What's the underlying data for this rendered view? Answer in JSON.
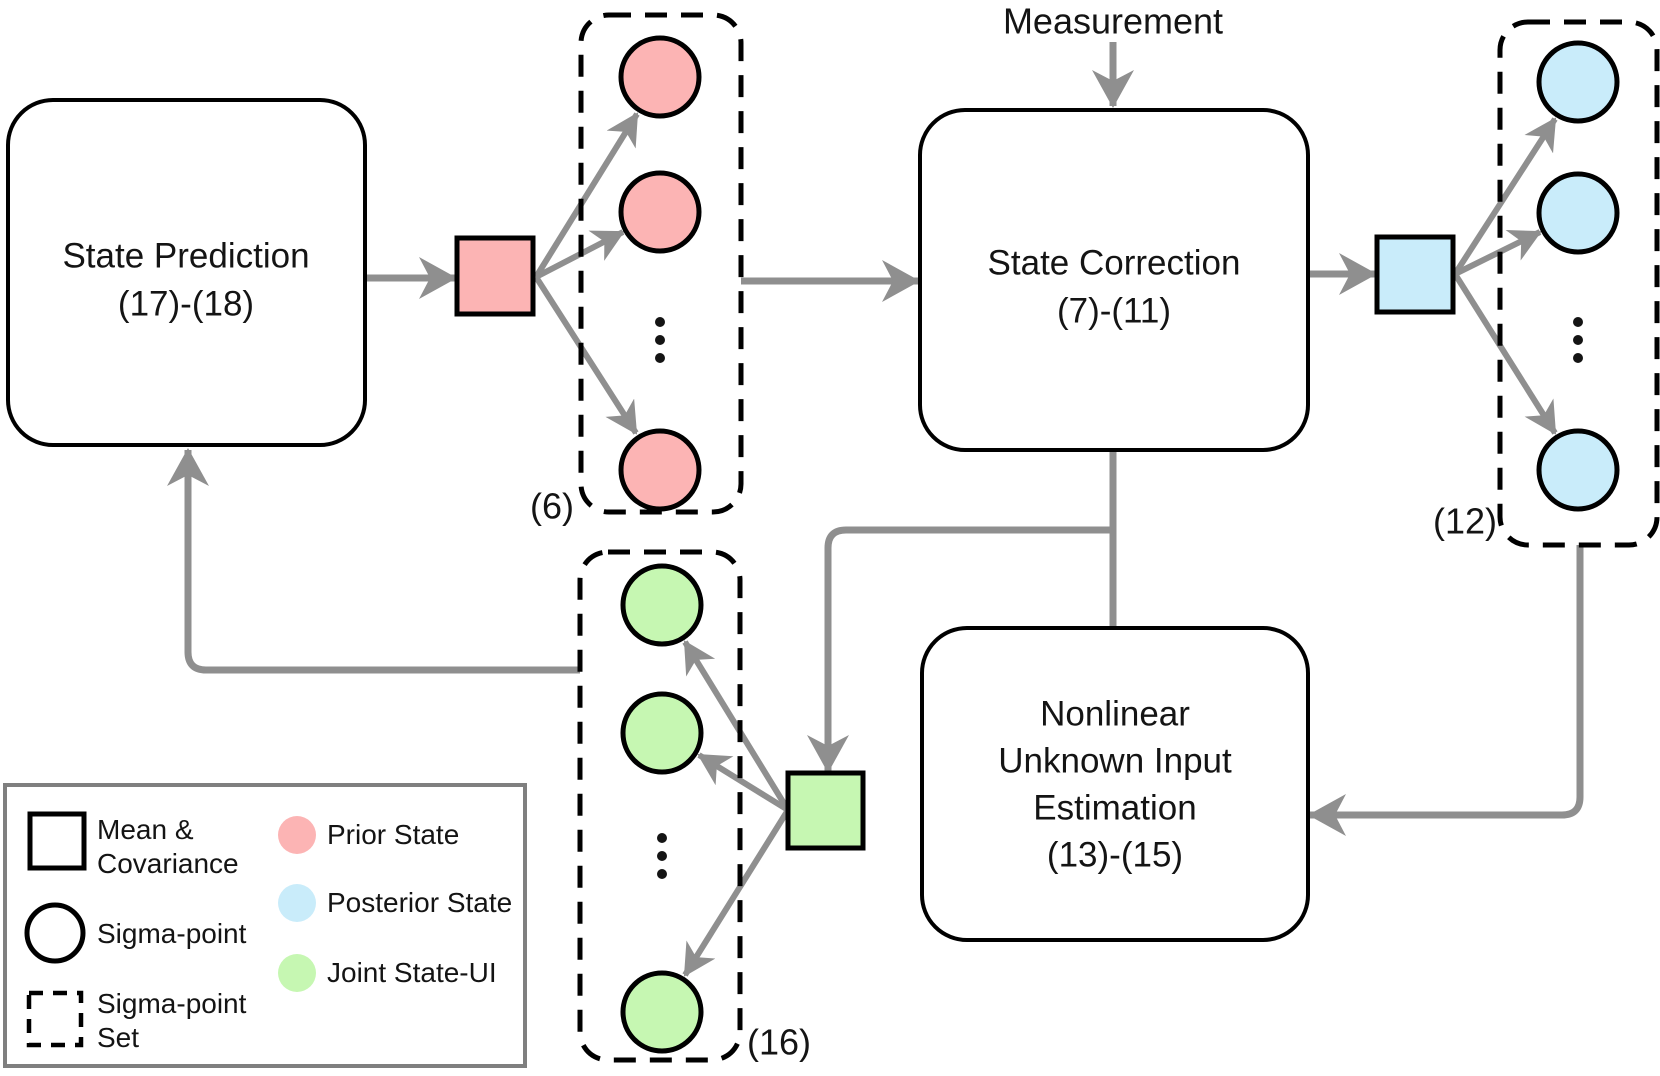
{
  "colors": {
    "prior": "#FCB4B4",
    "posterior": "#C9ECFA",
    "joint": "#C6F7B2",
    "connector": "#8F8F8F",
    "outline": "#000000",
    "legend_border": "#7F7F7F"
  },
  "nodes": {
    "state_prediction": {
      "line1": "State Prediction",
      "line2": "(17)-(18)"
    },
    "state_correction": {
      "line1": "State Correction",
      "line2": "(7)-(11)"
    },
    "unknown_input": {
      "line1": "Nonlinear",
      "line2": "Unknown Input",
      "line3": "Estimation",
      "line4": "(13)-(15)"
    }
  },
  "labels": {
    "measurement": "Measurement",
    "prior_set": "(6)",
    "posterior_set": "(12)",
    "joint_set": "(16)"
  },
  "legend": {
    "mean_cov_line1": "Mean &",
    "mean_cov_line2": "Covariance",
    "sigma_point": "Sigma-point",
    "sigma_set_line1": "Sigma-point",
    "sigma_set_line2": "Set",
    "prior": "Prior State",
    "posterior": "Posterior State",
    "joint": "Joint State-UI"
  }
}
